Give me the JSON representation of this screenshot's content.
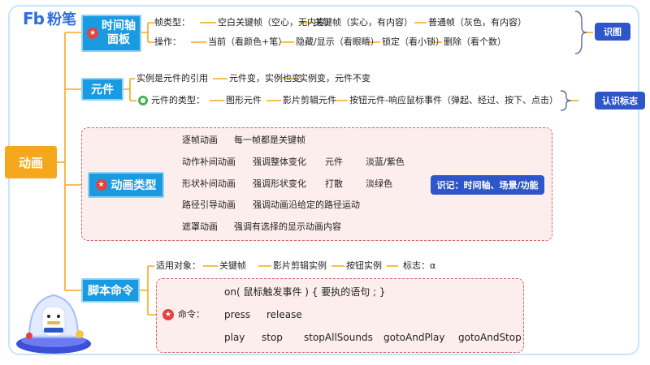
{
  "logo": {
    "mark": "Fb",
    "text": "粉笔"
  },
  "root": "动画",
  "timeline": {
    "title_line1": "时间轴",
    "title_line2": "面板",
    "frame_types_label": "帧类型：",
    "frame_types": [
      "空白关键帧（空心，无内容）",
      "关键帧（实心，有内容）",
      "普通帧（灰色，有内容）"
    ],
    "operations_label": "操作：",
    "operations": [
      "当前（看颜色+笔）",
      "隐藏/显示（看眼睛）",
      "锁定（看小锁）",
      "删除（看个数）"
    ],
    "tag": "识图"
  },
  "element": {
    "title": "元件",
    "instance_label": "实例是元件的引用",
    "instance_items": [
      "元件变，实例也变",
      "实例变，元件不变"
    ],
    "types_label": "元件的类型：",
    "types": [
      "图形元件",
      "影片剪辑元件",
      "按钮元件-响应鼠标事件（弹起、经过、按下、点击）"
    ],
    "tag": "认识标志"
  },
  "animation_types": {
    "title": "动画类型",
    "rows": [
      {
        "name": "逐帧动画",
        "items": [
          "每一帧都是关键帧"
        ]
      },
      {
        "name": "动作补间动画",
        "items": [
          "强调整体变化",
          "元件",
          "淡蓝/紫色"
        ]
      },
      {
        "name": "形状补间动画",
        "items": [
          "强调形状变化",
          "打散",
          "淡绿色"
        ]
      },
      {
        "name": "路径引导动画",
        "items": [
          "强调动画沿给定的路径运动"
        ]
      },
      {
        "name": "遮罩动画",
        "items": [
          "强调有选择的显示动画内容"
        ]
      }
    ],
    "tag": "识记：时间轴、场景/功能"
  },
  "script": {
    "title": "脚本命令",
    "targets_label": "适用对象：",
    "targets": [
      "关键帧",
      "影片剪辑实例",
      "按钮实例"
    ],
    "sign_label": "标志：α",
    "command_label": "命令：",
    "cmd_line1": "on( 鼠标触发事件 ) { 要执的语句 ; }",
    "cmd_line2": [
      "press",
      "release"
    ],
    "cmd_line3": [
      "play",
      "stop",
      "stopAllSounds",
      "gotoAndPlay",
      "gotoAndStop"
    ]
  },
  "colors": {
    "blue_box": "#1a9ae0",
    "root": "#f6a81c",
    "tag": "#2e56c8",
    "line": "#f6a81c",
    "badge_red": "#e2443c"
  }
}
